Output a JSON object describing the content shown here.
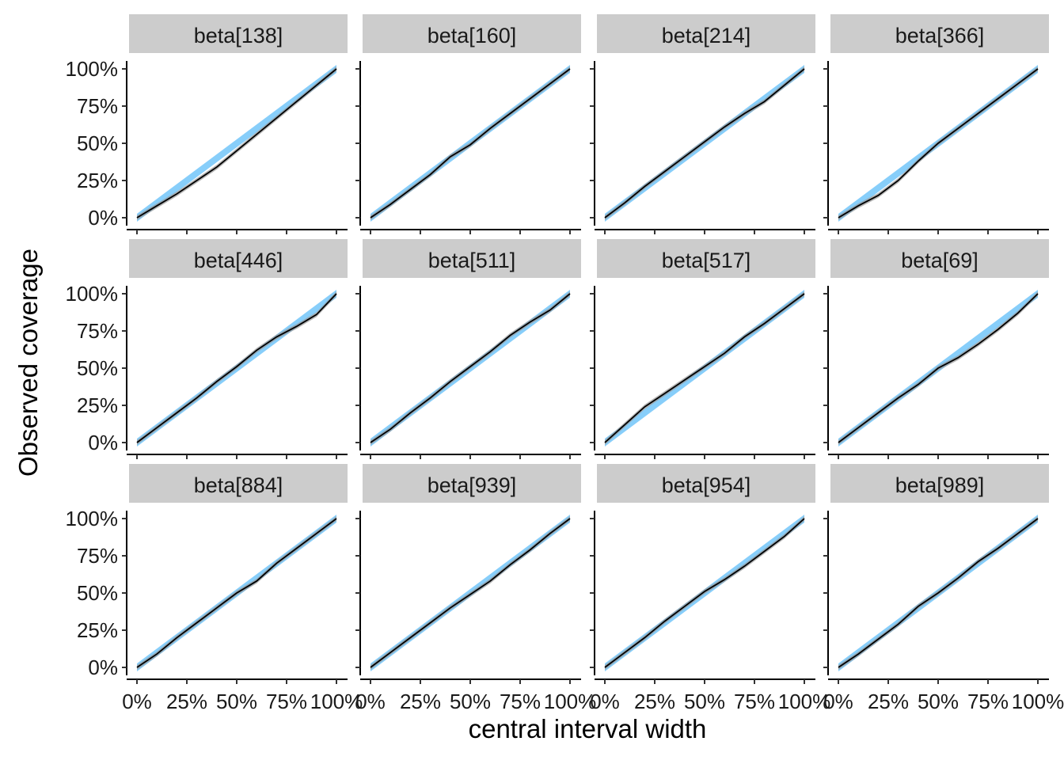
{
  "chart_data": {
    "type": "line",
    "facet_layout": {
      "rows": 3,
      "cols": 4
    },
    "xlabel": "central interval width",
    "ylabel": "Observed coverage",
    "x_ticks": [
      "0%",
      "25%",
      "50%",
      "75%",
      "100%"
    ],
    "y_ticks": [
      "0%",
      "25%",
      "50%",
      "75%",
      "100%"
    ],
    "xlim": [
      0,
      1
    ],
    "ylim": [
      0,
      1
    ],
    "grid": false,
    "colors": {
      "band": "#87CEFA",
      "observed": "#000000",
      "observed_band": "#999999",
      "strip": "#cccccc"
    },
    "panels": [
      {
        "title": "beta[138]",
        "x": [
          0,
          0.1,
          0.2,
          0.3,
          0.4,
          0.5,
          0.6,
          0.7,
          0.8,
          0.9,
          1
        ],
        "y": [
          0,
          0.08,
          0.16,
          0.25,
          0.34,
          0.45,
          0.56,
          0.67,
          0.78,
          0.89,
          1
        ]
      },
      {
        "title": "beta[160]",
        "x": [
          0,
          0.1,
          0.2,
          0.3,
          0.4,
          0.5,
          0.6,
          0.7,
          0.8,
          0.9,
          1
        ],
        "y": [
          0,
          0.09,
          0.19,
          0.29,
          0.41,
          0.49,
          0.6,
          0.7,
          0.8,
          0.9,
          1
        ]
      },
      {
        "title": "beta[214]",
        "x": [
          0,
          0.1,
          0.2,
          0.3,
          0.4,
          0.5,
          0.6,
          0.7,
          0.8,
          0.9,
          1
        ],
        "y": [
          0,
          0.1,
          0.21,
          0.31,
          0.41,
          0.51,
          0.61,
          0.7,
          0.78,
          0.89,
          1
        ]
      },
      {
        "title": "beta[366]",
        "x": [
          0,
          0.1,
          0.2,
          0.3,
          0.4,
          0.5,
          0.6,
          0.7,
          0.8,
          0.9,
          1
        ],
        "y": [
          0,
          0.08,
          0.15,
          0.25,
          0.38,
          0.5,
          0.6,
          0.7,
          0.8,
          0.9,
          1
        ]
      },
      {
        "title": "beta[446]",
        "x": [
          0,
          0.1,
          0.2,
          0.3,
          0.4,
          0.5,
          0.6,
          0.7,
          0.8,
          0.9,
          1
        ],
        "y": [
          0,
          0.1,
          0.2,
          0.3,
          0.41,
          0.51,
          0.62,
          0.71,
          0.78,
          0.86,
          1
        ]
      },
      {
        "title": "beta[511]",
        "x": [
          0,
          0.1,
          0.2,
          0.3,
          0.4,
          0.5,
          0.6,
          0.7,
          0.8,
          0.9,
          1
        ],
        "y": [
          0,
          0.09,
          0.2,
          0.3,
          0.41,
          0.51,
          0.61,
          0.72,
          0.81,
          0.89,
          1
        ]
      },
      {
        "title": "beta[517]",
        "x": [
          0,
          0.1,
          0.2,
          0.3,
          0.4,
          0.5,
          0.6,
          0.7,
          0.8,
          0.9,
          1
        ],
        "y": [
          0,
          0.12,
          0.24,
          0.33,
          0.42,
          0.51,
          0.6,
          0.71,
          0.8,
          0.9,
          1
        ]
      },
      {
        "title": "beta[69]",
        "x": [
          0,
          0.1,
          0.2,
          0.3,
          0.4,
          0.5,
          0.6,
          0.7,
          0.8,
          0.9,
          1
        ],
        "y": [
          0,
          0.1,
          0.2,
          0.3,
          0.39,
          0.5,
          0.57,
          0.66,
          0.76,
          0.87,
          1
        ]
      },
      {
        "title": "beta[884]",
        "x": [
          0,
          0.1,
          0.2,
          0.3,
          0.4,
          0.5,
          0.6,
          0.7,
          0.8,
          0.9,
          1
        ],
        "y": [
          0,
          0.09,
          0.2,
          0.3,
          0.4,
          0.5,
          0.58,
          0.7,
          0.8,
          0.9,
          1
        ]
      },
      {
        "title": "beta[939]",
        "x": [
          0,
          0.1,
          0.2,
          0.3,
          0.4,
          0.5,
          0.6,
          0.7,
          0.8,
          0.9,
          1
        ],
        "y": [
          0,
          0.1,
          0.2,
          0.3,
          0.4,
          0.49,
          0.58,
          0.69,
          0.79,
          0.9,
          1
        ]
      },
      {
        "title": "beta[954]",
        "x": [
          0,
          0.1,
          0.2,
          0.3,
          0.4,
          0.5,
          0.6,
          0.7,
          0.8,
          0.9,
          1
        ],
        "y": [
          0,
          0.1,
          0.2,
          0.31,
          0.41,
          0.51,
          0.59,
          0.68,
          0.78,
          0.88,
          1
        ]
      },
      {
        "title": "beta[989]",
        "x": [
          0,
          0.1,
          0.2,
          0.3,
          0.4,
          0.5,
          0.6,
          0.7,
          0.8,
          0.9,
          1
        ],
        "y": [
          0,
          0.09,
          0.19,
          0.29,
          0.41,
          0.5,
          0.6,
          0.71,
          0.8,
          0.9,
          1
        ]
      }
    ]
  }
}
